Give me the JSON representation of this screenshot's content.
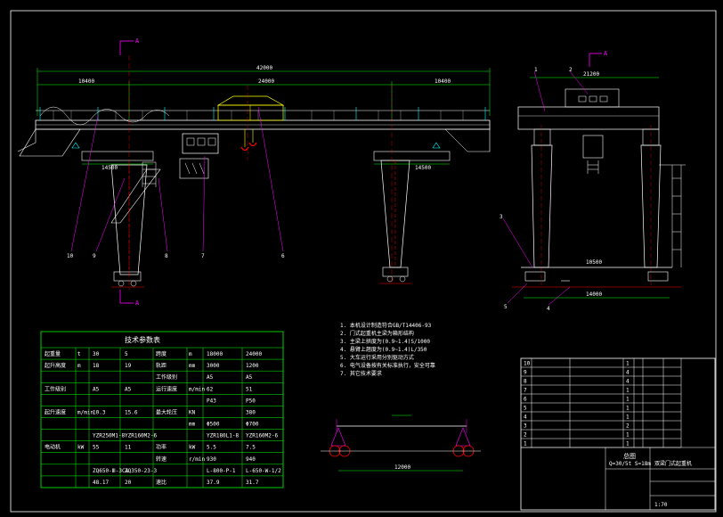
{
  "drawing": {
    "section_marker": "A",
    "dims": {
      "total_span": "42000",
      "left_cantilever": "10400",
      "main_span": "24000",
      "right_cantilever": "10400",
      "left_base": "14500",
      "right_base": "14500",
      "side_top": "21200",
      "side_base": "10500",
      "side_width": "14000",
      "trolley_gauge": "12000"
    },
    "callouts": [
      "1",
      "2",
      "3",
      "4",
      "5",
      "6",
      "7",
      "8",
      "9",
      "10"
    ]
  },
  "params": {
    "title": "技术参数表",
    "rows": [
      {
        "label": "起重量",
        "unit": "t",
        "main": "30",
        "aux": "5",
        "label2": "跨度",
        "unit2": "m",
        "v2a": "18000",
        "v2b": "24000"
      },
      {
        "label": "起升高度",
        "unit": "m",
        "main": "18",
        "aux": "19",
        "label2": "轨距",
        "unit2": "mm",
        "v2a": "3000",
        "v2b": "1200"
      },
      {
        "label": "",
        "unit": "",
        "main": "",
        "aux": "",
        "label2": "工作级别",
        "unit2": "",
        "v2a": "A5",
        "v2b": "A5"
      },
      {
        "label": "工作级别",
        "unit": "",
        "main": "A5",
        "aux": "A5",
        "label2": "运行速度",
        "unit2": "m/min",
        "v2a": "62",
        "v2b": "51"
      },
      {
        "label": "",
        "unit": "",
        "main": "",
        "aux": "",
        "label2": "",
        "unit2": "",
        "v2a": "P43",
        "v2b": "P50"
      },
      {
        "label": "起升速度",
        "unit": "m/min",
        "main": "10.3",
        "aux": "15.6",
        "label2": "最大轮压",
        "unit2": "KN",
        "v2a": "",
        "v2b": "380"
      },
      {
        "label": "",
        "unit": "",
        "main": "",
        "aux": "",
        "label2": "",
        "unit2": "mm",
        "v2a": "Φ500",
        "v2b": "Φ700"
      },
      {
        "label": "",
        "unit": "",
        "main": "YZR250M1-8",
        "aux": "YZR160M2-6",
        "label2": "",
        "unit2": "",
        "v2a": "YZR180L1-8",
        "v2b": "YZR160M2-6"
      },
      {
        "label": "电动机",
        "unit": "kW",
        "main": "55",
        "aux": "11",
        "label2": "功率",
        "unit2": "kW",
        "v2a": "5.5",
        "v2b": "7.5"
      },
      {
        "label": "",
        "unit": "",
        "main": "",
        "aux": "",
        "label2": "转速",
        "unit2": "r/min",
        "v2a": "930",
        "v2b": "940"
      },
      {
        "label": "",
        "unit": "",
        "main": "ZQ650-Ⅲ-3CA",
        "aux": "ZQ350-23-3",
        "label2": "",
        "unit2": "",
        "v2a": "L-800-P-1",
        "v2b": "L-650-W-1/2"
      },
      {
        "label": "",
        "unit": "",
        "main": "48.17",
        "aux": "20",
        "label2": "速比",
        "unit2": "",
        "v2a": "37.9",
        "v2b": "31.7"
      }
    ]
  },
  "notes": {
    "lines": [
      "1. 本机设计制造符合GB/T14406-93",
      "2. 门式起重机主梁为箱形结构",
      "3. 主梁上拱度为(0.9~1.4)S/1000",
      "4. 悬臂上翘度为(0.9~1.4)L/350",
      "5. 大车运行采用分别驱动方式",
      "6. 电气设备按有关标准执行，安全可靠",
      "7. 其它技术要求"
    ]
  },
  "bom": {
    "rows": [
      {
        "no": "10",
        "name": "",
        "qty": "1",
        "note": ""
      },
      {
        "no": "9",
        "name": "",
        "qty": "4",
        "note": ""
      },
      {
        "no": "8",
        "name": "",
        "qty": "4",
        "note": ""
      },
      {
        "no": "7",
        "name": "",
        "qty": "1",
        "note": ""
      },
      {
        "no": "6",
        "name": "",
        "qty": "1",
        "note": ""
      },
      {
        "no": "5",
        "name": "",
        "qty": "1",
        "note": ""
      },
      {
        "no": "4",
        "name": "",
        "qty": "1",
        "note": ""
      },
      {
        "no": "3",
        "name": "",
        "qty": "2",
        "note": ""
      },
      {
        "no": "2",
        "name": "",
        "qty": "1",
        "note": ""
      },
      {
        "no": "1",
        "name": "",
        "qty": "1",
        "note": ""
      }
    ],
    "title_main": "总图",
    "title_sub": "Q=30/5t S=18m",
    "drawing_name": "双梁门式起重机",
    "scale": "1:70"
  }
}
